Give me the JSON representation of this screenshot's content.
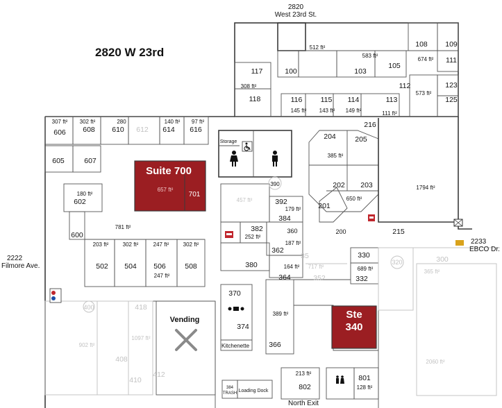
{
  "title": "2820 W 23rd",
  "colors": {
    "suite_highlight": "#9b1e22",
    "wall": "#3a3a3a",
    "faded": "#c2c2c2"
  },
  "entrances": {
    "top_line1": "2820",
    "top_line2": "West 23rd St.",
    "right_line1": "2233",
    "right_line2": "EBCO Dr.",
    "left_line1": "2222",
    "left_line2": "Filmore Ave.",
    "bottom": "North Exit"
  },
  "highlighted": {
    "suite700": "Suite 700",
    "ste340_line1": "Ste",
    "ste340_line2": "340",
    "area657": "657 ft²",
    "room701": "701"
  },
  "labels": {
    "vending": "Vending",
    "kitchenette": "Kitchenette",
    "storage": "Storage",
    "loading_dock": "Loading Dock",
    "trash_num": "384",
    "trash": "TRASH"
  },
  "rooms": [
    {
      "id": "r108",
      "num": "108",
      "area": ""
    },
    {
      "id": "r109",
      "num": "109",
      "area": ""
    },
    {
      "id": "r100",
      "num": "100",
      "area": ""
    },
    {
      "id": "r103",
      "num": "103",
      "area": ""
    },
    {
      "id": "r105",
      "num": "105",
      "area": ""
    },
    {
      "id": "r111",
      "num": "111",
      "area": ""
    },
    {
      "id": "r117",
      "num": "117",
      "area": ""
    },
    {
      "id": "r112",
      "num": "112",
      "area": ""
    },
    {
      "id": "r123",
      "num": "123",
      "area": ""
    },
    {
      "id": "r118",
      "num": "118",
      "area": ""
    },
    {
      "id": "r116",
      "num": "116",
      "area": "145 ft²"
    },
    {
      "id": "r115",
      "num": "115",
      "area": "143 ft²"
    },
    {
      "id": "r114",
      "num": "114",
      "area": "149 ft²"
    },
    {
      "id": "r113",
      "num": "113",
      "area": "111 ft²"
    },
    {
      "id": "r125",
      "num": "125",
      "area": ""
    },
    {
      "id": "r606",
      "num": "606",
      "area": "307 ft²"
    },
    {
      "id": "r608",
      "num": "608",
      "area": "302 ft²"
    },
    {
      "id": "r610",
      "num": "610",
      "area": "280"
    },
    {
      "id": "r614",
      "num": "614",
      "area": "140 ft²"
    },
    {
      "id": "r616",
      "num": "616",
      "area": "97 ft²"
    },
    {
      "id": "r605",
      "num": "605",
      "area": ""
    },
    {
      "id": "r607",
      "num": "607",
      "area": ""
    },
    {
      "id": "r602",
      "num": "602",
      "area": "180 ft²"
    },
    {
      "id": "r600",
      "num": "600",
      "area": ""
    },
    {
      "id": "r502",
      "num": "502",
      "area": "203 ft²"
    },
    {
      "id": "r504",
      "num": "504",
      "area": "302 ft²"
    },
    {
      "id": "r506",
      "num": "506",
      "area": "247 ft²"
    },
    {
      "id": "r508",
      "num": "508",
      "area": "302 ft²"
    },
    {
      "id": "r204",
      "num": "204",
      "area": ""
    },
    {
      "id": "r205",
      "num": "205",
      "area": ""
    },
    {
      "id": "r216",
      "num": "216",
      "area": ""
    },
    {
      "id": "r202",
      "num": "202",
      "area": ""
    },
    {
      "id": "r203",
      "num": "203",
      "area": ""
    },
    {
      "id": "r201",
      "num": "201",
      "area": ""
    },
    {
      "id": "r215",
      "num": "215",
      "area": ""
    },
    {
      "id": "r392",
      "num": "392",
      "area": "179 ft²"
    },
    {
      "id": "r384",
      "num": "384",
      "area": ""
    },
    {
      "id": "r382",
      "num": "382",
      "area": "252 ft²"
    },
    {
      "id": "r362",
      "num": "362",
      "area": "187 ft²"
    },
    {
      "id": "r380",
      "num": "380",
      "area": ""
    },
    {
      "id": "r364",
      "num": "364",
      "area": "164 ft²"
    },
    {
      "id": "r330",
      "num": "330",
      "area": ""
    },
    {
      "id": "r332",
      "num": "332",
      "area": "689 ft²"
    },
    {
      "id": "r370",
      "num": "370",
      "area": ""
    },
    {
      "id": "r374",
      "num": "374",
      "area": ""
    },
    {
      "id": "r366",
      "num": "366",
      "area": "389 ft²"
    },
    {
      "id": "r802",
      "num": "802",
      "area": "213 ft²"
    },
    {
      "id": "r801",
      "num": "801",
      "area": "128 ft²"
    }
  ],
  "areas": {
    "a512": "512 ft²",
    "a583": "583 ft²",
    "a674": "674 ft²",
    "a308": "308 ft²",
    "a573": "573 ft²",
    "a385": "385 ft²",
    "a1794": "1794 ft²",
    "a650": "650 ft²",
    "a457": "457 ft²",
    "a781": "781 ft²",
    "a247b": "247 ft²",
    "a717": "717 ft²",
    "a365": "365 ft²",
    "a902": "902 ft²",
    "a1097": "1097 ft²",
    "a2060": "2060 ft²"
  },
  "faded": {
    "f612": "612",
    "f390": "390",
    "f360": "360",
    "f200": "200",
    "f418": "418",
    "f400": "400",
    "f408": "408",
    "f410": "410",
    "f412": "412",
    "f352": "352",
    "f35x": "35",
    "f320": "320",
    "f300": "300"
  }
}
